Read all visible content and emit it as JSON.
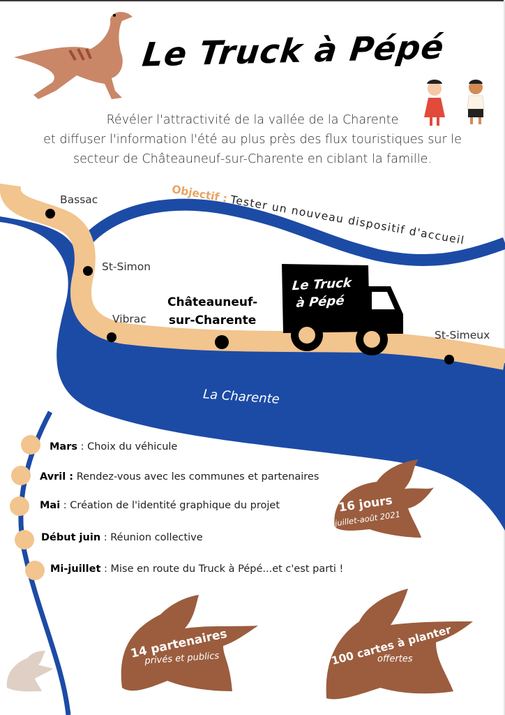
{
  "header": {
    "title": "Le Truck à Pépé",
    "intro_lines": [
      "Révéler l'attractivité de la vallée de la Charente",
      "et diffuser l'information l'été au plus près des flux touristiques sur le",
      "secteur de Châteauneuf-sur-Charente en ciblant la famille."
    ]
  },
  "objective": {
    "label": "Objectif :",
    "text": "Tester un nouveau dispositif d'accueil"
  },
  "map": {
    "river_name": "La Charente",
    "towns": [
      {
        "name": "Bassac"
      },
      {
        "name": "St-Simon"
      },
      {
        "name": "Vibrac"
      },
      {
        "name": "Châteauneuf-",
        "name_line2": "sur-Charente"
      },
      {
        "name": "St-Simeux"
      }
    ],
    "truck": {
      "line1": "Le Truck",
      "line2": "à Pépé"
    }
  },
  "timeline": [
    {
      "when": "Mars",
      "sep": " : ",
      "what": "Choix du véhicule"
    },
    {
      "when": "Avril :",
      "sep": " ",
      "what": "Rendez-vous avec les communes et partenaires"
    },
    {
      "when": "Mai",
      "sep": " : ",
      "what": "Création de l'identité graphique du projet"
    },
    {
      "when": "Début juin",
      "sep": " : ",
      "what": "Réunion collective"
    },
    {
      "when": "Mi-juillet",
      "sep": " : ",
      "what": "Mise en route du Truck à Pépé...et c'est parti !"
    }
  ],
  "stats": [
    {
      "main": "16 jours",
      "sub": "juillet-août 2021"
    },
    {
      "main": "14 partenaires",
      "sub": "privés et publics"
    },
    {
      "main": "100 cartes à planter",
      "sub": "offertes"
    }
  ],
  "colors": {
    "river_blue": "#1c4ba6",
    "road_tan": "#f2c48e",
    "objective_orange": "#e8a565",
    "footprint_brown": "#9b5d3e",
    "footprint_light": "#e0cfc4"
  }
}
